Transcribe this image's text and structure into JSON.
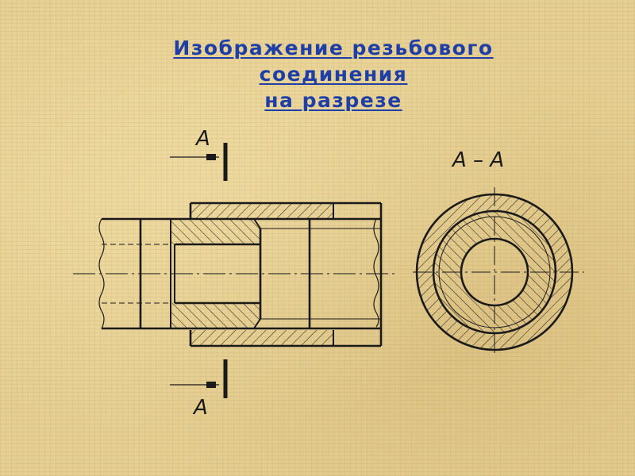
{
  "title": {
    "line1": "Изображение резьбового",
    "line2": "соединения ",
    "line3": "на разрезе"
  },
  "labels": {
    "cut_top": "A",
    "cut_bottom": "A",
    "section": "A – A"
  },
  "colors": {
    "title": "#1f3fa8",
    "ink": "#1a1a1a",
    "background": "#e6cf92"
  }
}
